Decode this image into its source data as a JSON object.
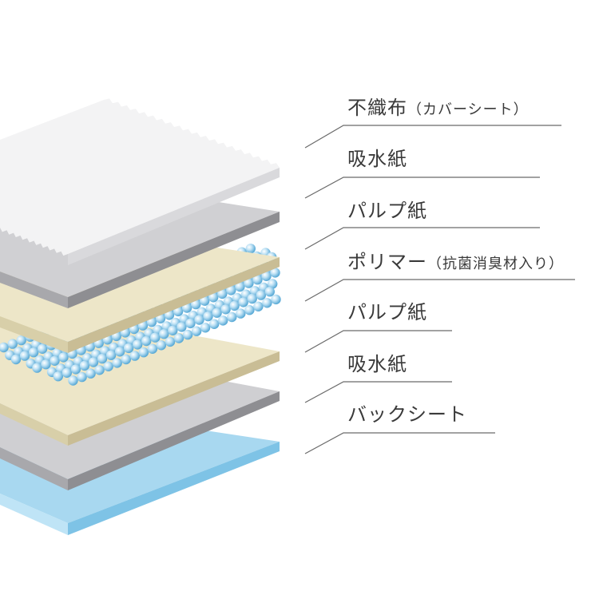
{
  "layers": [
    {
      "id": "nonwoven",
      "main": "不織布",
      "sub": "（カバーシート）",
      "colors": {
        "top": "#f3f3f4",
        "side": "#d9d9dc",
        "edge": "#e7e7ea"
      }
    },
    {
      "id": "absorbent-paper-1",
      "main": "吸水紙",
      "sub": "",
      "colors": {
        "top": "#d0d0d3",
        "side": "#8e8e92",
        "edge": "#a8a8ac"
      }
    },
    {
      "id": "pulp-paper-1",
      "main": "パルプ紙",
      "sub": "",
      "colors": {
        "top": "#ede6c8",
        "side": "#c9bd95",
        "edge": "#d8cfa9"
      }
    },
    {
      "id": "polymer",
      "main": "ポリマー",
      "sub": "（抗菌消臭材入り）",
      "colors": {
        "top": "#9fd0ea",
        "side": "#6fb4dc",
        "edge": "#cfeaf7"
      }
    },
    {
      "id": "pulp-paper-2",
      "main": "パルプ紙",
      "sub": "",
      "colors": {
        "top": "#ede6c8",
        "side": "#c9bd95",
        "edge": "#d8cfa9"
      }
    },
    {
      "id": "absorbent-paper-2",
      "main": "吸水紙",
      "sub": "",
      "colors": {
        "top": "#cfcfd2",
        "side": "#8e8e92",
        "edge": "#a8a8ac"
      }
    },
    {
      "id": "backsheet",
      "main": "バックシート",
      "sub": "",
      "colors": {
        "top": "#a8d8f0",
        "side": "#7ec3e6",
        "edge": "#bfe4f6"
      }
    }
  ]
}
